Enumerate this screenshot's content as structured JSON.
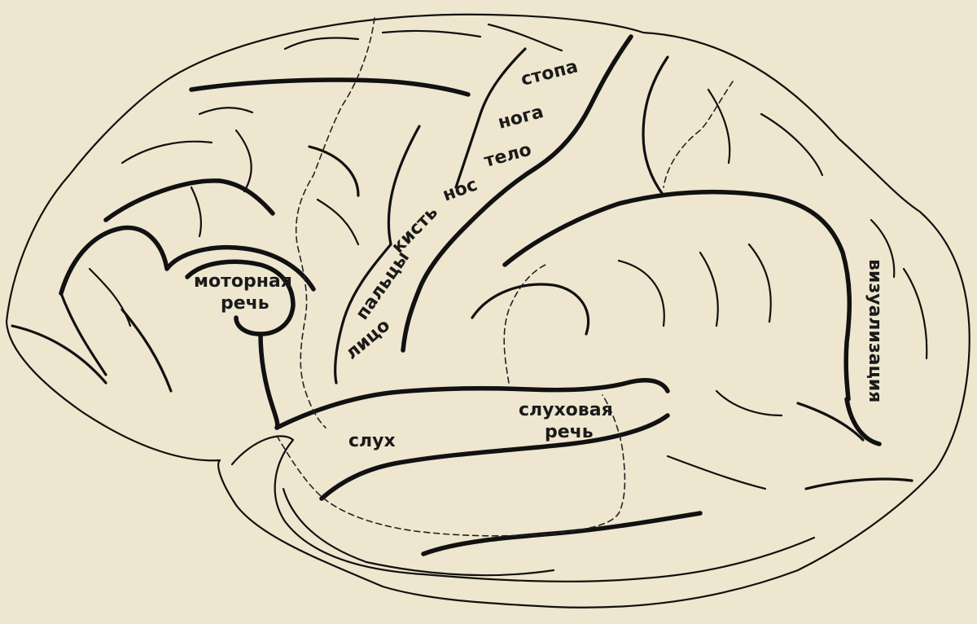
{
  "labels": {
    "motor_speech_line1": "моторная",
    "motor_speech_line2": "речь",
    "foot": "стопа",
    "leg": "нога",
    "body": "тело",
    "nose": "нос",
    "hand": "кисть",
    "fingers": "пальцы",
    "face": "лицо",
    "hearing": "слух",
    "auditory_speech_line1": "слуховая",
    "auditory_speech_line2": "речь",
    "visualization": "визуализация"
  },
  "colors": {
    "paper": "#efe6cf",
    "ink": "#111111"
  }
}
